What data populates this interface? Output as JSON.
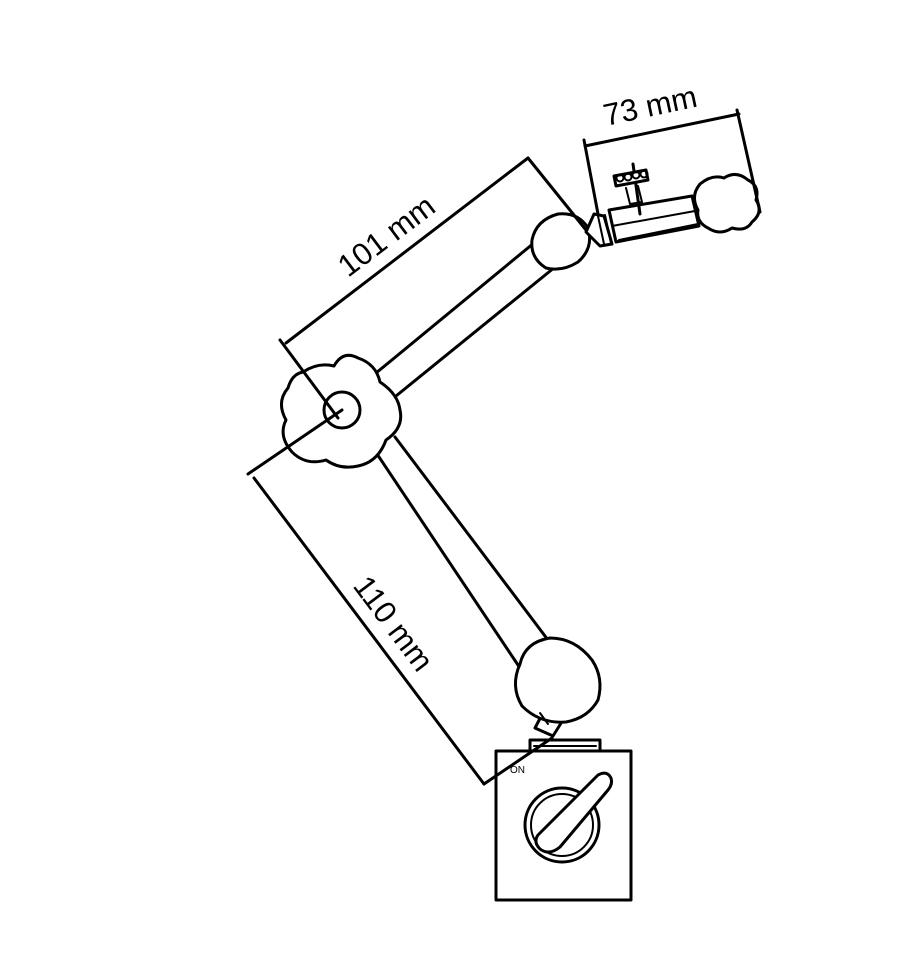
{
  "dimensions": {
    "upper_arm": "101 mm",
    "lower_arm": "110 mm",
    "holder": "73 mm"
  },
  "base": {
    "switch_label": "ON"
  },
  "colors": {
    "line": "#000000",
    "background": "#ffffff"
  }
}
